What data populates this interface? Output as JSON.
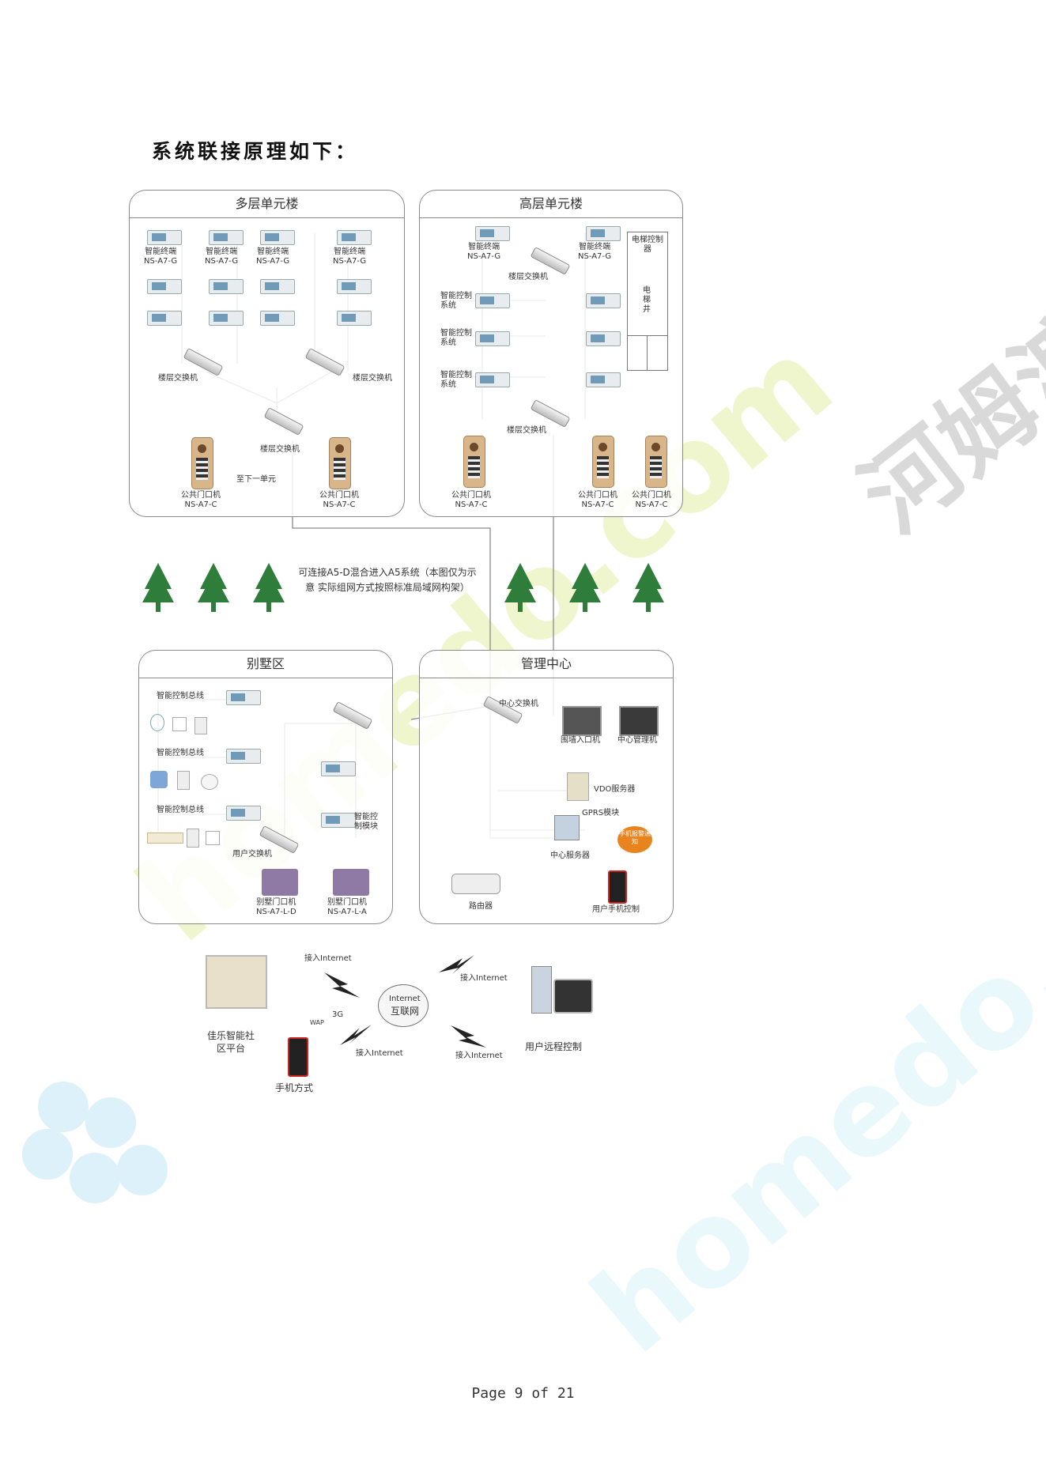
{
  "heading": "系统联接原理如下：",
  "page_number": "Page 9 of 21",
  "watermarks": {
    "brand_cn": "河姆渡",
    "brand_en": "homedo.com"
  },
  "panels": {
    "multi": {
      "title": "多层单元楼"
    },
    "high": {
      "title": "高层单元楼"
    },
    "villa": {
      "title": "别墅区"
    },
    "center": {
      "title": "管理中心"
    }
  },
  "labels": {
    "smart_terminal": "智能终端",
    "model_g": "NS-A7-G",
    "floor_switch": "楼层交换机",
    "public_door": "公共门口机",
    "model_c": "NS-A7-C",
    "to_next": "至下一单元",
    "smart_ctrl_sys": "智能控制系统",
    "elevator_ctrl": "电梯控制器",
    "elevator_well": "电梯井",
    "note": "可连接A5-D混合进入A5系统（本图仅为示意  实际组网方式按照标准局域网构架）",
    "smart_bus": "智能控制总线",
    "user_switch": "用户交换机",
    "smart_module": "智能控制模块",
    "villa_door": "别墅门口机",
    "model_ld": "NS-A7-L-D",
    "model_la": "NS-A7-L-A",
    "center_switch": "中心交换机",
    "wall_door": "围墙入口机",
    "center_mgr": "中心管理机",
    "vdo_server": "VDO服务器",
    "gprs": "GPRS模块",
    "center_server": "中心服务器",
    "phone_alarm": "手机报警通知",
    "router": "路由器",
    "user_phone": "用户手机控制",
    "access_internet": "接入Internet",
    "internet_en": "Internet",
    "internet_cn": "互联网",
    "platform": "佳乐智能社区平台",
    "remote": "用户远程控制",
    "mobile": "手机方式",
    "wap": "WAP",
    "g3": "3G"
  },
  "colors": {
    "tree": "#2f7d3a",
    "line": "#8a8a8a",
    "door": "#d9b58a",
    "screen": "#6f9ab8"
  }
}
